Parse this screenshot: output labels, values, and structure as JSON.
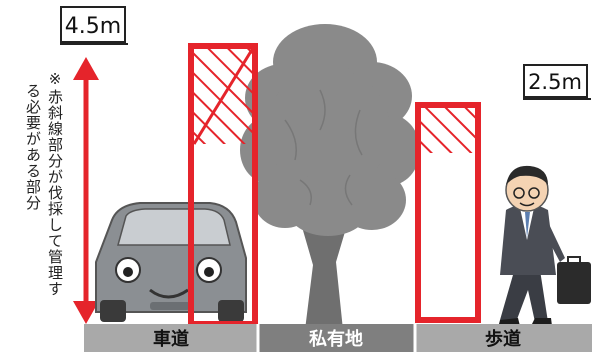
{
  "heights": {
    "roadside": "4.5m",
    "sidewalk": "2.5m"
  },
  "note": {
    "line1": "※赤斜線部分が伐採して管理す",
    "line2": "る必要がある部分"
  },
  "ground_labels": {
    "road": "車道",
    "private": "私有地",
    "sidewalk": "歩道"
  },
  "colors": {
    "clearance_red": "#e5242b",
    "ground_light": "#a9a9a9",
    "ground_dark": "#7f7f7f",
    "tree_gray": "#8a8a8a",
    "car_gray": "#8b8f93"
  }
}
